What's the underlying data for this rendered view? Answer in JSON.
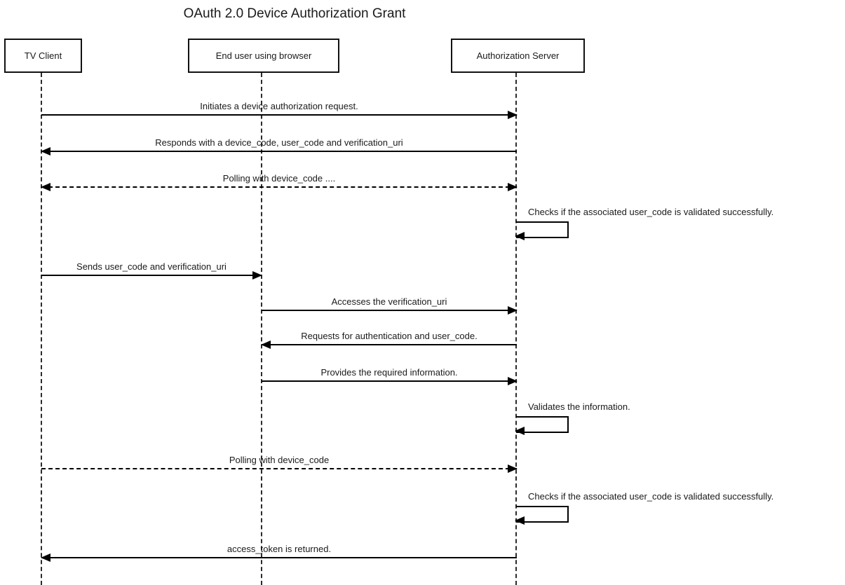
{
  "diagram": {
    "title": "OAuth 2.0 Device Authorization Grant",
    "colors": {
      "line": "#000000",
      "text": "#1a1a1a",
      "background": "#ffffff"
    },
    "actors": [
      {
        "label": "TV Client"
      },
      {
        "label": "End user using browser"
      },
      {
        "label": "Authorization Server"
      }
    ],
    "messages": [
      {
        "label": "Initiates a device authorization request.",
        "from": "TV Client",
        "to": "Authorization Server",
        "line": "solid",
        "arrow": "right"
      },
      {
        "label": "Responds with a device_code, user_code and verification_uri",
        "from": "Authorization Server",
        "to": "TV Client",
        "line": "solid",
        "arrow": "left"
      },
      {
        "label": "Polling with device_code ....",
        "from": "TV Client",
        "to": "Authorization Server",
        "line": "dashed",
        "arrow": "both"
      },
      {
        "label": "Checks if the associated user_code is validated successfully.",
        "from": "Authorization Server",
        "to": "Authorization Server",
        "line": "solid",
        "arrow": "self"
      },
      {
        "label": "Sends user_code and verification_uri",
        "from": "TV Client",
        "to": "End user using browser",
        "line": "solid",
        "arrow": "right"
      },
      {
        "label": "Accesses the verification_uri",
        "from": "End user using browser",
        "to": "Authorization Server",
        "line": "solid",
        "arrow": "right"
      },
      {
        "label": "Requests for authentication and user_code.",
        "from": "Authorization Server",
        "to": "End user using browser",
        "line": "solid",
        "arrow": "left"
      },
      {
        "label": "Provides the required information.",
        "from": "End user using browser",
        "to": "Authorization Server",
        "line": "solid",
        "arrow": "right"
      },
      {
        "label": "Validates the information.",
        "from": "Authorization Server",
        "to": "Authorization Server",
        "line": "solid",
        "arrow": "self"
      },
      {
        "label": "Polling with device_code",
        "from": "TV Client",
        "to": "Authorization Server",
        "line": "dashed",
        "arrow": "right"
      },
      {
        "label": "Checks if the associated user_code is validated successfully.",
        "from": "Authorization Server",
        "to": "Authorization Server",
        "line": "solid",
        "arrow": "self"
      },
      {
        "label": "access_token is returned.",
        "from": "Authorization Server",
        "to": "TV Client",
        "line": "solid",
        "arrow": "left"
      }
    ]
  }
}
